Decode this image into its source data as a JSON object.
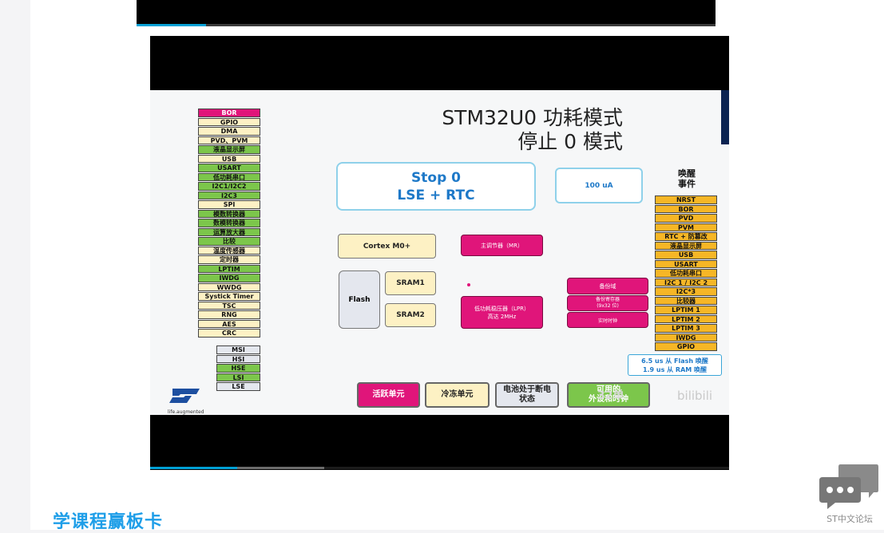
{
  "video_top": {
    "progress": 0.12,
    "buffered": 0.12
  },
  "video_main": {
    "progress": 0.15,
    "buffered": 0.3,
    "slide": {
      "title_line1": "STM32U0 功耗模式",
      "title_line2": "停止 0 模式",
      "peripherals": [
        {
          "label": "BOR",
          "color": "#e0157a"
        },
        {
          "label": "GPIO",
          "color": "#fdf1c4"
        },
        {
          "label": "DMA",
          "color": "#fdf1c4"
        },
        {
          "label": "PVD、PVM",
          "color": "#fdf1c4"
        },
        {
          "label": "液晶显示屏",
          "color": "#7cc64b"
        },
        {
          "label": "USB",
          "color": "#fdf1c4"
        },
        {
          "label": "USART",
          "color": "#7cc64b"
        },
        {
          "label": "低功耗串口",
          "color": "#7cc64b"
        },
        {
          "label": "I2C1/I2C2",
          "color": "#7cc64b"
        },
        {
          "label": "I2C3",
          "color": "#7cc64b"
        },
        {
          "label": "SPI",
          "color": "#fdf1c4"
        },
        {
          "label": "模数转换器",
          "color": "#7cc64b"
        },
        {
          "label": "数模转换器",
          "color": "#7cc64b"
        },
        {
          "label": "运算放大器",
          "color": "#7cc64b"
        },
        {
          "label": "比较",
          "color": "#7cc64b"
        },
        {
          "label": "温度传感器",
          "color": "#fdf1c4"
        },
        {
          "label": "定时器",
          "color": "#fdf1c4"
        },
        {
          "label": "LPTIM",
          "color": "#7cc64b"
        },
        {
          "label": "IWDG",
          "color": "#7cc64b"
        },
        {
          "label": "WWDG",
          "color": "#fdf1c4"
        },
        {
          "label": "Systick Timer",
          "color": "#fdf1c4"
        },
        {
          "label": "TSC",
          "color": "#fdf1c4"
        },
        {
          "label": "RNG",
          "color": "#fdf1c4"
        },
        {
          "label": "AES",
          "color": "#fdf1c4"
        },
        {
          "label": "CRC",
          "color": "#fdf1c4"
        }
      ],
      "clocks": [
        {
          "label": "MSI",
          "color": "#e4e7ee"
        },
        {
          "label": "HSI",
          "color": "#e4e7ee"
        },
        {
          "label": "HSE",
          "color": "#7cc64b"
        },
        {
          "label": "LSI",
          "color": "#7cc64b"
        },
        {
          "label": "LSE",
          "color": "#e4e7ee"
        }
      ],
      "mode_line1": "Stop 0",
      "mode_line2": "LSE + RTC",
      "power": "100 uA",
      "cortex": "Cortex M0+",
      "flash": "Flash",
      "sram1": "SRAM1",
      "sram2": "SRAM2",
      "main_regulator": "主调节器（MR）",
      "lp_regulator_1": "低功耗稳压器（LPR）",
      "lp_regulator_2": "高达 2MHz",
      "backup_domain": "备份域",
      "backup_regs_1": "备份寄存器",
      "backup_regs_2": "(9x32 位)",
      "rtc": "实时时钟",
      "wake_title_1": "唤醒",
      "wake_title_2": "事件",
      "wake_events": [
        "NRST",
        "BOR",
        "PVD",
        "PVM",
        "RTC + 防篡改",
        "液晶显示屏",
        "USB",
        "USART",
        "低功耗串口",
        "I2C 1 / I2C 2",
        "I2C*3",
        "比较器",
        "LPTIM 1",
        "LPTIM 2",
        "LPTIM 3",
        "IWDG",
        "GPIO"
      ],
      "wake_info_1": "6.5 us 从 Flash 唤醒",
      "wake_info_2": "1.9 us 从 RAM 唤醒",
      "legend_active": "活跃单元",
      "legend_frozen": "冷冻单元",
      "legend_battery_1": "电池处于断电",
      "legend_battery_2": "状态",
      "legend_available_1": "可用的",
      "legend_available_2": "外设和时钟",
      "logo_text": "ST",
      "logo_tagline": "life.augmented",
      "watermark_1": "32单",
      "watermark_2": "bilibili"
    }
  },
  "section_heading": "学课程赢板卡",
  "forum_button": {
    "label": "ST中文论坛",
    "icon": "chat-bubbles-icon"
  }
}
